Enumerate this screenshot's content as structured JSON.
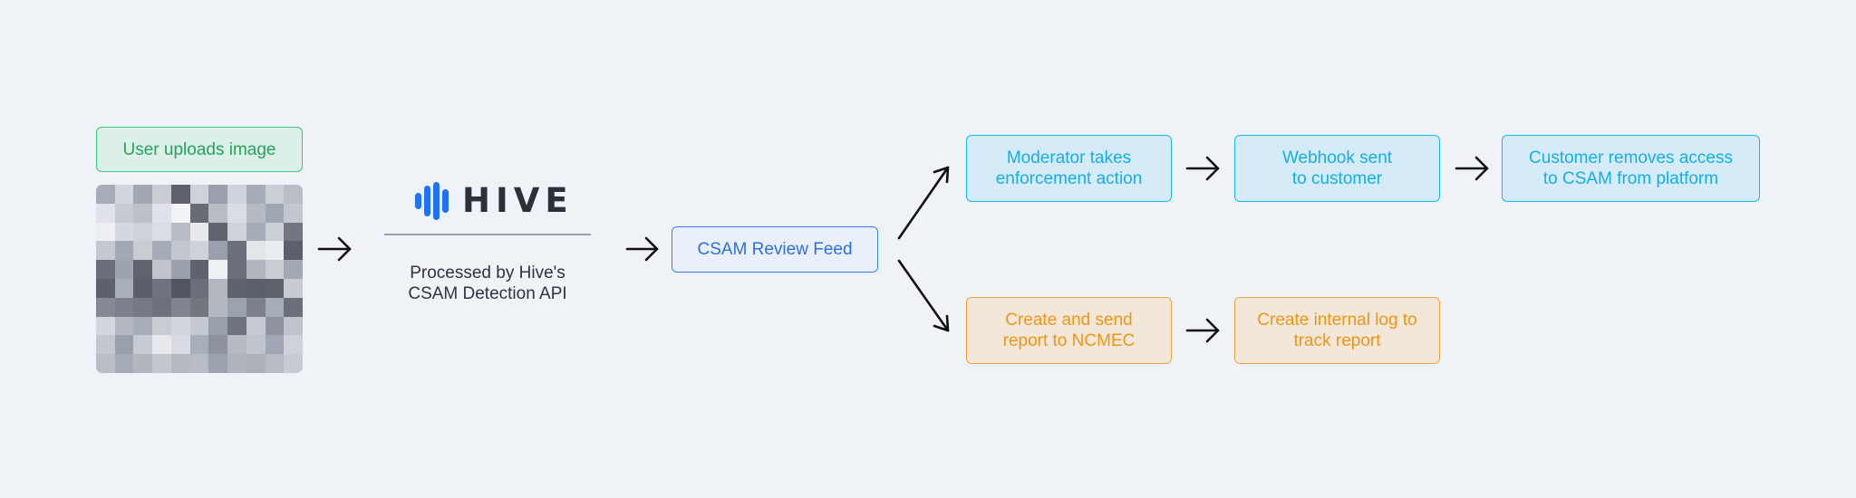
{
  "colors": {
    "background": "#eff3f8",
    "arrow": "#111111",
    "hive_bars": "#1f73f2"
  },
  "upload": {
    "label": "User uploads image"
  },
  "hive": {
    "logo_text": "HIVE",
    "caption": "Processed by Hive's\nCSAM Detection API"
  },
  "review": {
    "label": "CSAM Review Feed"
  },
  "top_flow": [
    "Moderator takes\nenforcement action",
    "Webhook sent\nto customer",
    "Customer removes access\nto CSAM from platform"
  ],
  "bottom_flow": [
    "Create and send\nreport to NCMEC",
    "Create internal log to\ntrack report"
  ]
}
